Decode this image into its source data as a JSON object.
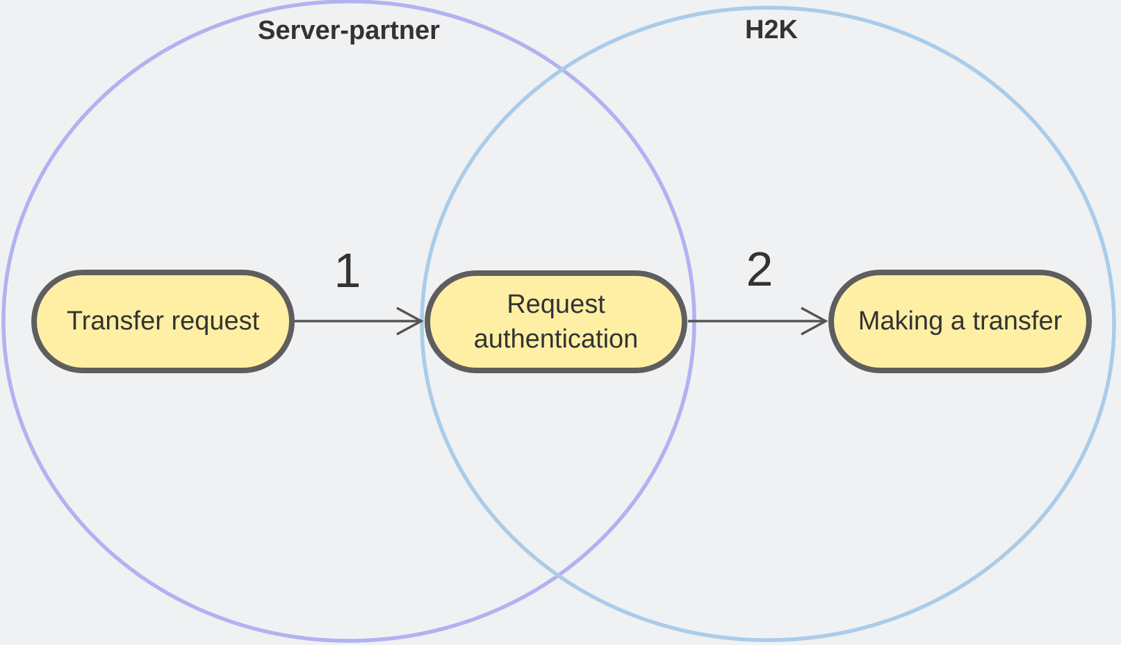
{
  "diagram": {
    "background": "#f0f1f3",
    "text_color": "#333333"
  },
  "groups": [
    {
      "label": "Server-partner",
      "stroke": "#b2b2f1"
    },
    {
      "label": "H2K",
      "stroke": "#a9cce9"
    }
  ],
  "nodes": [
    {
      "label": "Transfer request",
      "fill": "#ffefa4",
      "stroke": "#5e5e5e"
    },
    {
      "label": "Request authentication",
      "fill": "#ffefa4",
      "stroke": "#5e5e5e"
    },
    {
      "label": "Making a transfer",
      "fill": "#ffefa4",
      "stroke": "#5e5e5e"
    }
  ],
  "edges": [
    {
      "label": "1",
      "color": "#545454"
    },
    {
      "label": "2",
      "color": "#545454"
    }
  ]
}
